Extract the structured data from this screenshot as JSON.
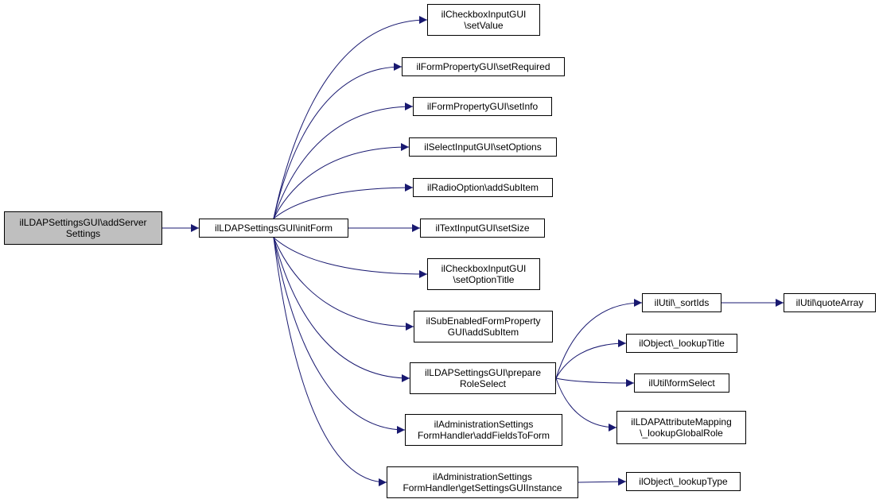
{
  "diagram": {
    "type": "call-graph",
    "colors": {
      "edge": "#191970",
      "node_border": "#000000",
      "root_fill": "#bfbfbf",
      "node_fill": "#ffffff"
    },
    "nodes": [
      {
        "id": "root",
        "label": "ilLDAPSettingsGUI\\addServer\nSettings"
      },
      {
        "id": "initForm",
        "label": "ilLDAPSettingsGUI\\initForm"
      },
      {
        "id": "cbSetValue",
        "label": "ilCheckboxInputGUI\n\\setValue"
      },
      {
        "id": "setRequired",
        "label": "ilFormPropertyGUI\\setRequired"
      },
      {
        "id": "setInfo",
        "label": "ilFormPropertyGUI\\setInfo"
      },
      {
        "id": "setOptions",
        "label": "ilSelectInputGUI\\setOptions"
      },
      {
        "id": "radioAddSubItem",
        "label": "ilRadioOption\\addSubItem"
      },
      {
        "id": "setSize",
        "label": "ilTextInputGUI\\setSize"
      },
      {
        "id": "setOptionTitle",
        "label": "ilCheckboxInputGUI\n\\setOptionTitle"
      },
      {
        "id": "subEnabledAddSubItem",
        "label": "ilSubEnabledFormProperty\nGUI\\addSubItem"
      },
      {
        "id": "prepareRoleSelect",
        "label": "ilLDAPSettingsGUI\\prepare\nRoleSelect"
      },
      {
        "id": "addFieldsToForm",
        "label": "ilAdministrationSettings\nFormHandler\\addFieldsToForm"
      },
      {
        "id": "getSettingsGUIInstance",
        "label": "ilAdministrationSettings\nFormHandler\\getSettingsGUIInstance"
      },
      {
        "id": "sortIds",
        "label": "ilUtil\\_sortIds"
      },
      {
        "id": "quoteArray",
        "label": "ilUtil\\quoteArray"
      },
      {
        "id": "lookupTitle",
        "label": "ilObject\\_lookupTitle"
      },
      {
        "id": "formSelect",
        "label": "ilUtil\\formSelect"
      },
      {
        "id": "lookupGlobalRole",
        "label": "ilLDAPAttributeMapping\n\\_lookupGlobalRole"
      },
      {
        "id": "lookupType",
        "label": "ilObject\\_lookupType"
      }
    ],
    "edges": [
      {
        "from": "root",
        "to": "initForm"
      },
      {
        "from": "initForm",
        "to": "cbSetValue"
      },
      {
        "from": "initForm",
        "to": "setRequired"
      },
      {
        "from": "initForm",
        "to": "setInfo"
      },
      {
        "from": "initForm",
        "to": "setOptions"
      },
      {
        "from": "initForm",
        "to": "radioAddSubItem"
      },
      {
        "from": "initForm",
        "to": "setSize"
      },
      {
        "from": "initForm",
        "to": "setOptionTitle"
      },
      {
        "from": "initForm",
        "to": "subEnabledAddSubItem"
      },
      {
        "from": "initForm",
        "to": "prepareRoleSelect"
      },
      {
        "from": "initForm",
        "to": "addFieldsToForm"
      },
      {
        "from": "initForm",
        "to": "getSettingsGUIInstance"
      },
      {
        "from": "prepareRoleSelect",
        "to": "sortIds"
      },
      {
        "from": "sortIds",
        "to": "quoteArray"
      },
      {
        "from": "prepareRoleSelect",
        "to": "lookupTitle"
      },
      {
        "from": "prepareRoleSelect",
        "to": "formSelect"
      },
      {
        "from": "prepareRoleSelect",
        "to": "lookupGlobalRole"
      },
      {
        "from": "getSettingsGUIInstance",
        "to": "lookupType"
      }
    ]
  }
}
